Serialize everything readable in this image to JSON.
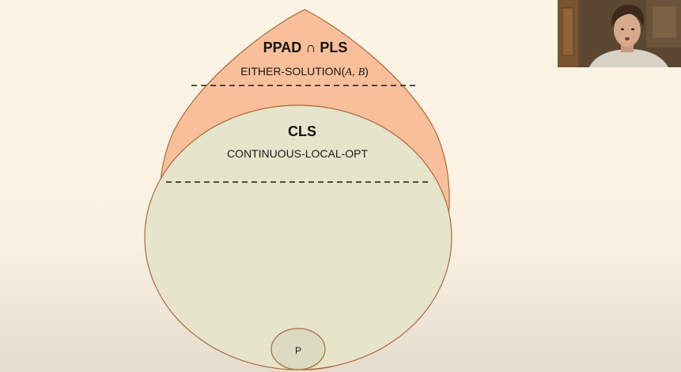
{
  "diagram": {
    "outer_region": {
      "title_left": "PPAD",
      "title_op": "∩",
      "title_right": "PLS",
      "problem_prefix": "EITHER-SOLUTION(",
      "problem_arg_a": "A",
      "problem_sep": ", ",
      "problem_arg_b": "B",
      "problem_suffix": ")"
    },
    "middle_region": {
      "title": "CLS",
      "problem": "CONTINUOUS-LOCAL-OPT"
    },
    "inner_region": {
      "label": "P"
    }
  },
  "colors": {
    "outer_fill": "#f8bf9a",
    "middle_fill": "#e6e4cb",
    "inner_fill": "#dcdac0",
    "stroke": "#a86a3c",
    "dashed_line": "#1a1a1a"
  },
  "webcam": {
    "description_icon": "presenter-video-icon"
  }
}
